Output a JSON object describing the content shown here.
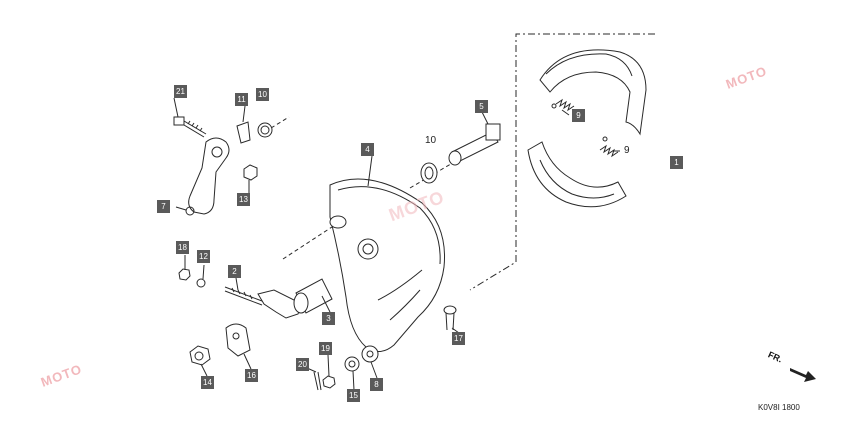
{
  "callouts": [
    {
      "id": "21",
      "text": "21"
    },
    {
      "id": "11",
      "text": "11"
    },
    {
      "id": "10a",
      "text": "10"
    },
    {
      "id": "13",
      "text": "13"
    },
    {
      "id": "7",
      "text": "7"
    },
    {
      "id": "4",
      "text": "4"
    },
    {
      "id": "5",
      "text": "5"
    },
    {
      "id": "9a",
      "text": "9"
    },
    {
      "id": "1",
      "text": "1"
    },
    {
      "id": "18",
      "text": "18"
    },
    {
      "id": "12",
      "text": "12"
    },
    {
      "id": "2",
      "text": "2"
    },
    {
      "id": "3",
      "text": "3"
    },
    {
      "id": "17",
      "text": "17"
    },
    {
      "id": "14",
      "text": "14"
    },
    {
      "id": "16",
      "text": "16"
    },
    {
      "id": "20",
      "text": "20"
    },
    {
      "id": "19",
      "text": "19"
    },
    {
      "id": "15",
      "text": "15"
    },
    {
      "id": "8",
      "text": "8"
    }
  ],
  "plain_labels": {
    "label_10": "10",
    "label_9": "9"
  },
  "direction_label": "FR.",
  "diagram_code": "K0V8I 1800",
  "watermark": "MOTO",
  "colors": {
    "callout_bg": "#5a5a5a",
    "line": "#2a2a2a",
    "watermark": "#f2b8bc"
  }
}
